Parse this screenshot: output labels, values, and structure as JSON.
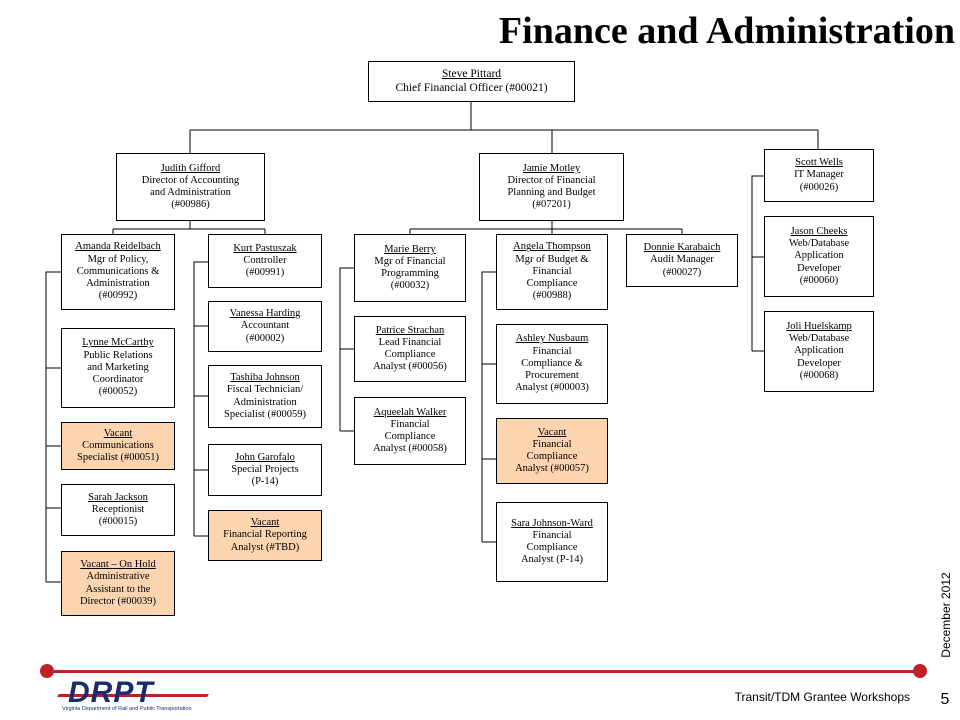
{
  "page": {
    "title": "Finance and Administration",
    "footer": "Transit/TDM Grantee Workshops",
    "page_number": "5",
    "date": "December 2012",
    "logo": {
      "text": "DRPT",
      "subtitle": "Virginia Department of Rail and Public Transportation"
    },
    "colors": {
      "accent": "#c0202a",
      "vacant_fill": "#fcd5b0",
      "logo_blue": "#1c2b6b"
    }
  },
  "org": {
    "cfo": {
      "name": "Steve Pittard",
      "lines": [
        "Chief Financial Officer (#00021)"
      ]
    },
    "gifford": {
      "name": "Judith Gifford",
      "lines": [
        "Director of Accounting",
        "and Administration",
        "(#00986)"
      ]
    },
    "motley": {
      "name": "Jamie Motley",
      "lines": [
        "Director of Financial",
        "Planning and Budget",
        "(#07201)"
      ]
    },
    "wells": {
      "name": "Scott Wells",
      "lines": [
        "IT Manager",
        "(#00026)"
      ]
    },
    "reidelbach": {
      "name": "Amanda Reidelbach",
      "lines": [
        "Mgr of Policy,",
        "Communications  &",
        "Administration",
        "(#00992)"
      ]
    },
    "mccarthy": {
      "name": "Lynne McCarthy",
      "lines": [
        "Public Relations",
        "and Marketing",
        "Coordinator",
        "(#00052)"
      ]
    },
    "vacant_comm": {
      "name": "Vacant",
      "lines": [
        "Communications",
        "Specialist (#00051)"
      ]
    },
    "jackson": {
      "name": "Sarah Jackson",
      "lines": [
        "Receptionist",
        "(#00015)"
      ]
    },
    "vacant_hold": {
      "name": "Vacant – On Hold",
      "lines": [
        "Administrative",
        "Assistant to the",
        "Director (#00039)"
      ]
    },
    "pastuszak": {
      "name": "Kurt Pastuszak",
      "lines": [
        "Controller",
        "(#00991)"
      ]
    },
    "harding": {
      "name": "Vanessa Harding",
      "lines": [
        "Accountant",
        "(#00002)"
      ]
    },
    "johnson": {
      "name": "Tashiba Johnson",
      "lines": [
        "Fiscal Technician/",
        "Administration",
        "Specialist  (#00059)"
      ]
    },
    "garofalo": {
      "name": "John Garofalo",
      "lines": [
        "Special Projects",
        "(P-14)"
      ]
    },
    "vacant_fr": {
      "name": "Vacant",
      "lines": [
        "Financial Reporting",
        "Analyst (#TBD)"
      ]
    },
    "berry": {
      "name": "Marie Berry",
      "lines": [
        "Mgr of Financial",
        "Programming",
        "(#00032)"
      ]
    },
    "strachan": {
      "name": "Patrice Strachan",
      "lines": [
        "Lead Financial",
        "Compliance",
        "Analyst (#00056)"
      ]
    },
    "walker": {
      "name": "Aqueelah Walker",
      "lines": [
        "Financial",
        "Compliance",
        "Analyst (#00058)"
      ]
    },
    "thompson": {
      "name": "Angela Thompson",
      "lines": [
        "Mgr of Budget &",
        "Financial",
        "Compliance",
        "(#00988)"
      ]
    },
    "nusbaum": {
      "name": "Ashley Nusbaum",
      "lines": [
        "Financial",
        "Compliance  &",
        "Procurement",
        "Analyst (#00003)"
      ]
    },
    "vacant_fca": {
      "name": "Vacant",
      "lines": [
        "Financial",
        "Compliance",
        "Analyst (#00057)"
      ]
    },
    "johnson_ward": {
      "name": "Sara Johnson-Ward",
      "lines": [
        "Financial",
        "Compliance",
        "Analyst (P-14)"
      ]
    },
    "karabaich": {
      "name": "Donnie Karabaich",
      "lines": [
        "Audit Manager",
        "(#00027)"
      ]
    },
    "cheeks": {
      "name": "Jason Cheeks",
      "lines": [
        "Web/Database",
        "Application",
        "Developer",
        "(#00060)"
      ]
    },
    "huelskamp": {
      "name": "Joli Huelskamp",
      "lines": [
        "Web/Database",
        "Application",
        "Developer",
        "(#00068)"
      ]
    }
  }
}
